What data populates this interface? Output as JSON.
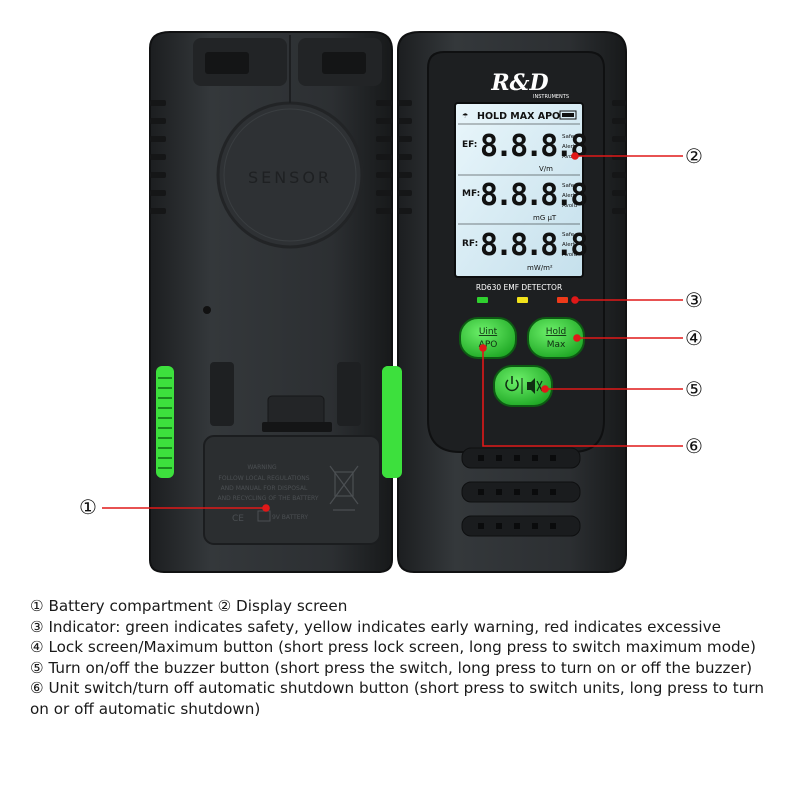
{
  "device": {
    "back": {
      "sensor_label": "SENSOR",
      "battery_label_lines": [
        "WARNING",
        "FOLLOW LOCAL REGULATIONS",
        "AND MANUAL FOR DISPOSAL",
        "AND RECYCLING OF THE BATTERY"
      ],
      "battery_voltage": "9V BATTERY",
      "ce_mark": "CE"
    },
    "front": {
      "brand": "R&D",
      "brand_sub": "INSTRUMENTS",
      "lcd_header": "HOLD MAX APO",
      "digits": "8.8.8.8",
      "model": "RD630  EMF  DETECTOR",
      "rows": [
        {
          "label": "EF:",
          "unit": "V/m",
          "tags": [
            "Safe",
            "Alert",
            "Avoid"
          ]
        },
        {
          "label": "MF:",
          "unit": "mG μT",
          "tags": [
            "Safe",
            "Alert",
            "Avoid"
          ]
        },
        {
          "label": "RF:",
          "unit": "mW/m²",
          "tags": [
            "Safe",
            "Alert",
            "Avoid"
          ]
        }
      ],
      "buttons": {
        "unit_line1": "Uint",
        "unit_line2": "APO",
        "hold_line1": "Hold",
        "hold_line2": "Max"
      },
      "led_colors": {
        "green": "#2fd12f",
        "yellow": "#f2e31b",
        "red": "#ee3a1a"
      }
    }
  },
  "callouts": {
    "c1": "①",
    "c2": "②",
    "c3": "③",
    "c4": "④",
    "c5": "⑤",
    "c6": "⑥"
  },
  "descriptions": [
    "① Battery compartment ② Display screen",
    "③ Indicator: green indicates safety, yellow indicates early warning, red indicates excessive",
    "④ Lock screen/Maximum button (short press lock screen, long press to switch maximum mode)",
    "⑤ Turn on/off the buzzer button (short press the switch, long press to turn on or off the buzzer)",
    "⑥ Unit switch/turn off automatic shutdown button (short press to switch units, long press to turn on or off automatic shutdown)"
  ],
  "colors": {
    "body": "#2a2d2f",
    "grip_green": "#3de03d",
    "button_green": "#2fcf3a",
    "lcd_bg": "#d9ecf4",
    "callout_red": "#e01818"
  }
}
